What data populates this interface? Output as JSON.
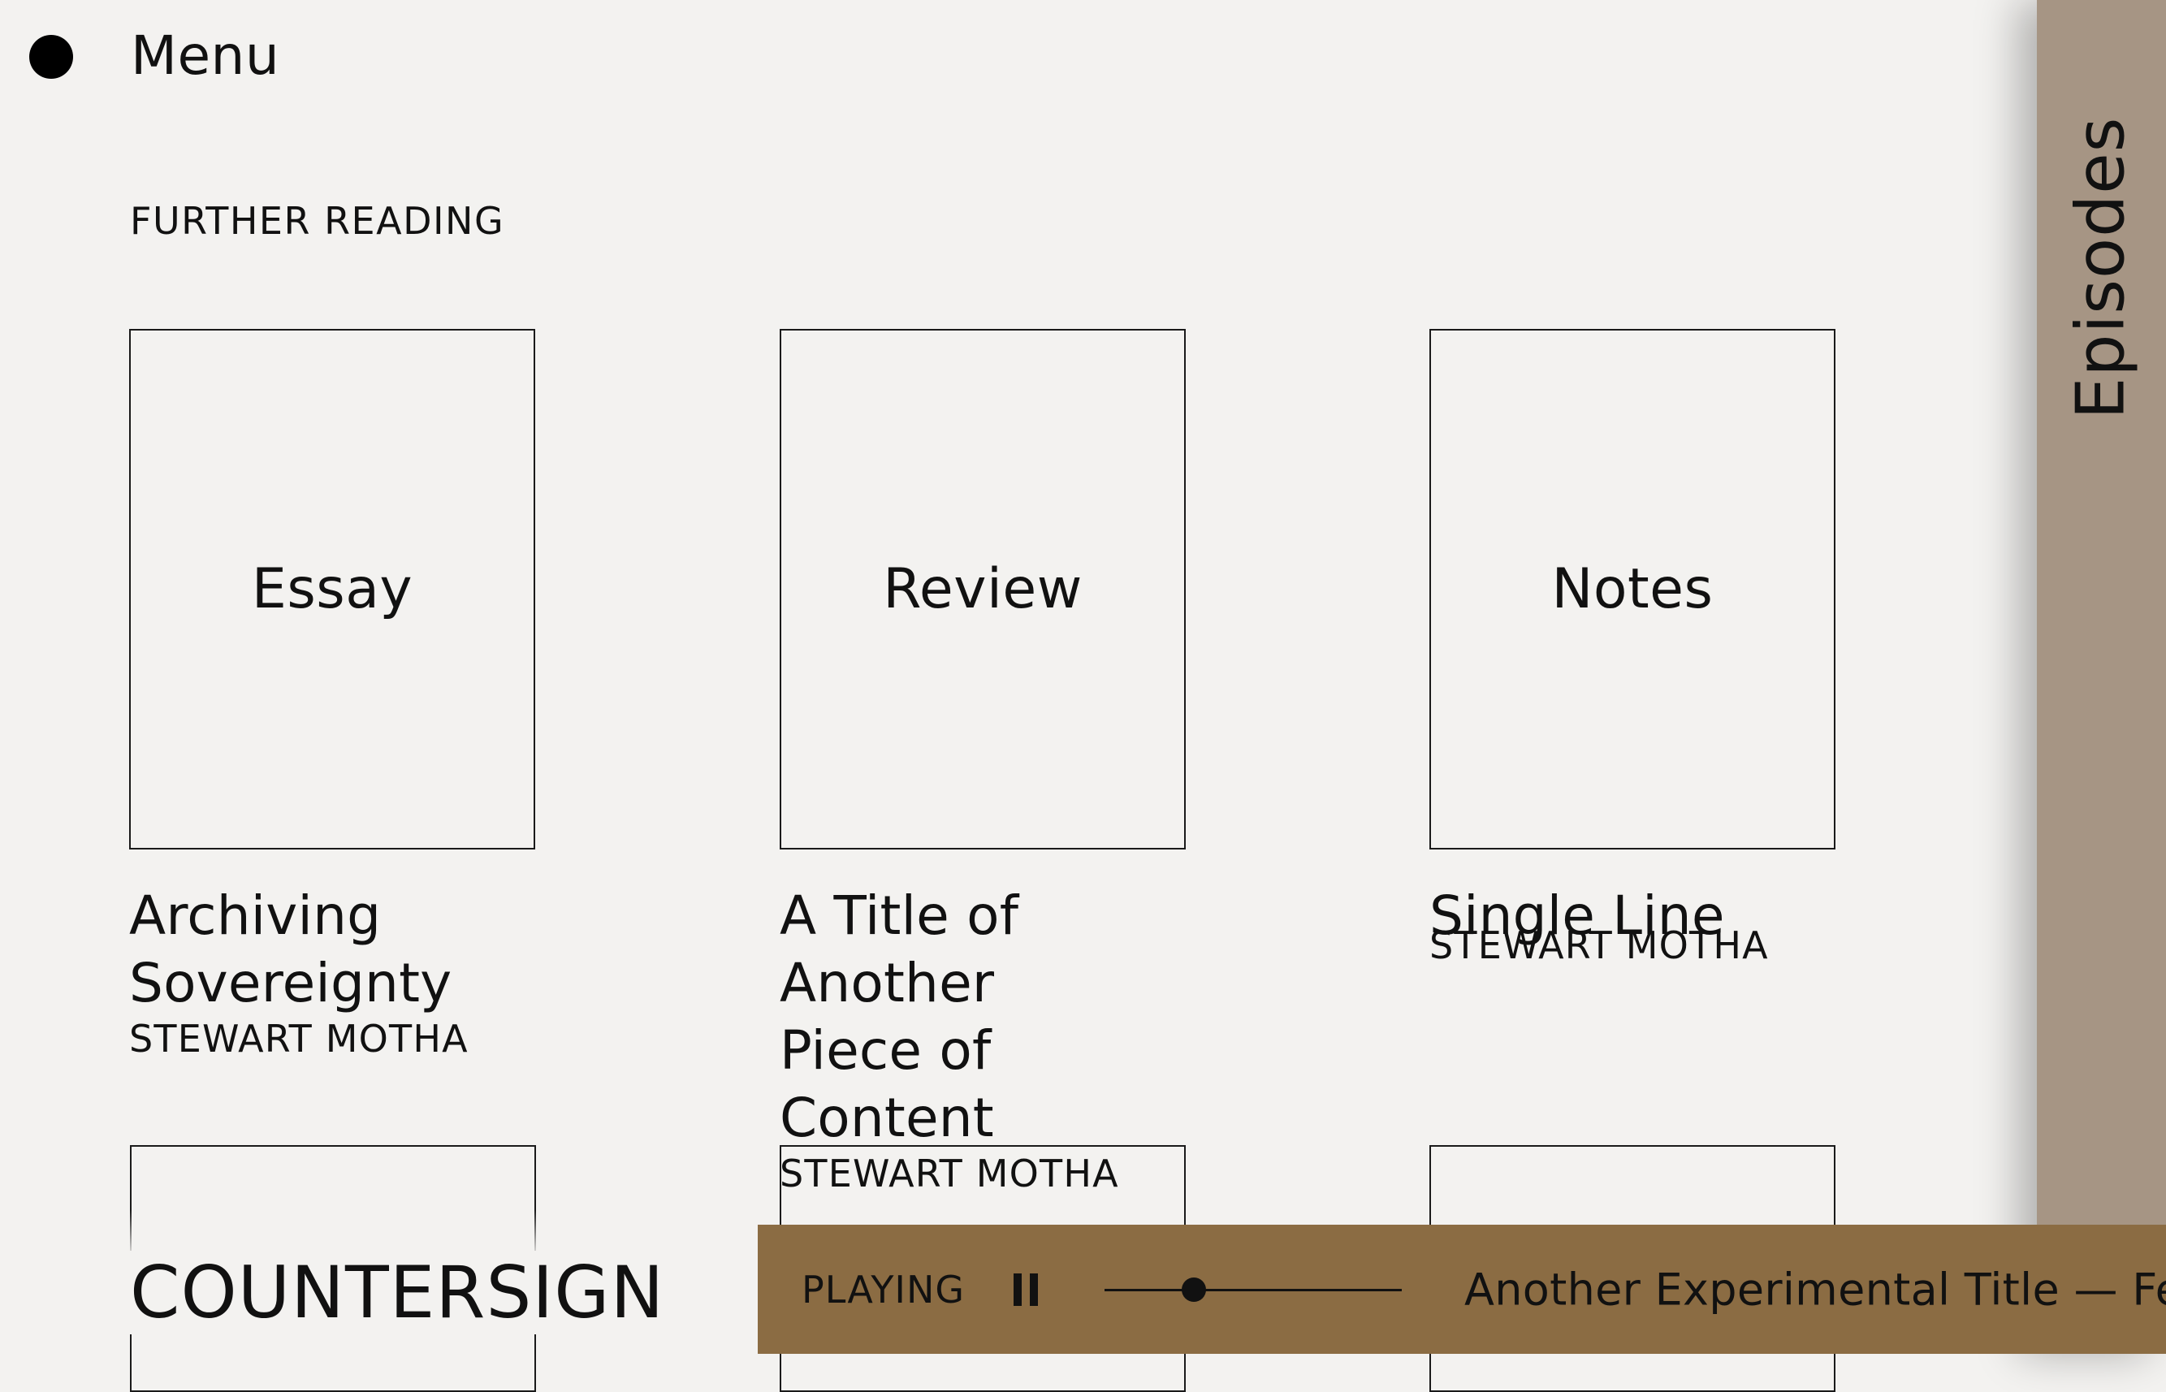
{
  "menu": {
    "label": "Menu"
  },
  "section": {
    "heading": "FURTHER READING"
  },
  "cards": [
    {
      "type": "Essay",
      "title_line1": "Archiving",
      "title_line2": "Sovereignty",
      "author": "STEWART MOTHA"
    },
    {
      "type": "Review",
      "title_line1": "A Title of Another",
      "title_line2": "Piece of Content",
      "author": "STEWART MOTHA"
    },
    {
      "type": "Notes",
      "title_line1": "Single Line",
      "title_line2": "",
      "author": "STEWART MOTHA"
    }
  ],
  "brand": {
    "name": "COUNTERSIGN"
  },
  "episodes": {
    "label": "Episodes"
  },
  "player": {
    "status": "PLAYING",
    "track_title": "Another Experimental Title — Feat. Av",
    "progress": 0.3,
    "colors": {
      "bar": "#8b6c43",
      "panel": "#a69584"
    }
  },
  "icons": {
    "menu": "menu-dot-icon",
    "pause": "pause-icon"
  }
}
